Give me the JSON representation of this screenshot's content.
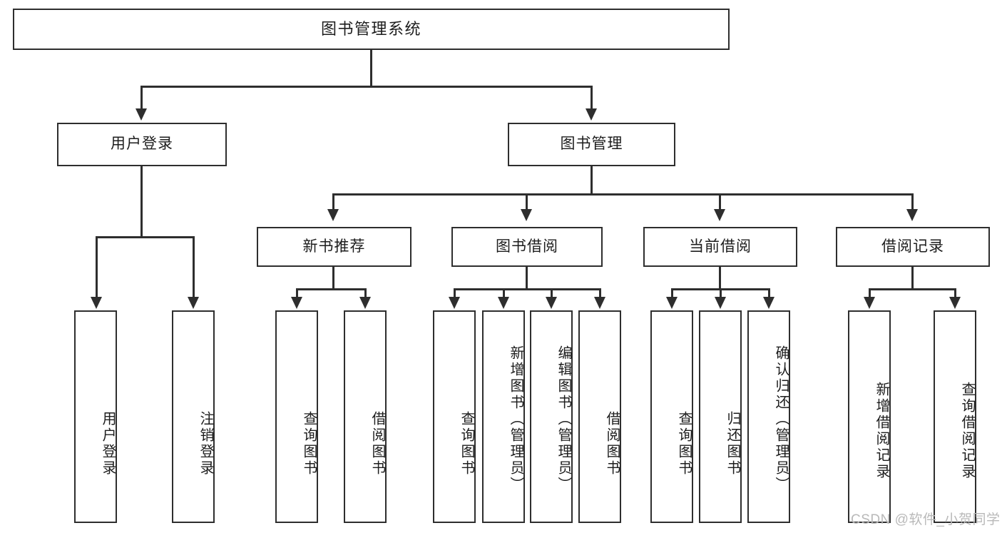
{
  "diagram": {
    "title_node": {
      "label": "图书管理系统"
    },
    "level1": [
      {
        "id": "user-login",
        "label": "用户登录"
      },
      {
        "id": "book-management",
        "label": "图书管理"
      }
    ],
    "level2": [
      {
        "id": "new-book-recommend",
        "label": "新书推荐"
      },
      {
        "id": "book-borrow",
        "label": "图书借阅"
      },
      {
        "id": "current-borrow",
        "label": "当前借阅"
      },
      {
        "id": "borrow-record",
        "label": "借阅记录"
      }
    ],
    "leaves": {
      "user_login": [
        {
          "id": "leaf-user-login",
          "label": "用户登录"
        },
        {
          "id": "leaf-logout-login",
          "label": "注销登录"
        }
      ],
      "new_book_recommend": [
        {
          "id": "leaf-query-book-1",
          "label": "查询图书"
        },
        {
          "id": "leaf-borrow-book-1",
          "label": "借阅图书"
        }
      ],
      "book_borrow": [
        {
          "id": "leaf-query-book-2",
          "label": "查询图书"
        },
        {
          "id": "leaf-add-book",
          "label": "新增图书（管理员）"
        },
        {
          "id": "leaf-edit-book",
          "label": "编辑图书（管理员）"
        },
        {
          "id": "leaf-borrow-book-2",
          "label": "借阅图书"
        }
      ],
      "current_borrow": [
        {
          "id": "leaf-query-book-3",
          "label": "查询图书"
        },
        {
          "id": "leaf-return-book",
          "label": "归还图书"
        },
        {
          "id": "leaf-confirm-return",
          "label": "确认归还（管理员）"
        }
      ],
      "borrow_record": [
        {
          "id": "leaf-add-borrow-record",
          "label": "新增借阅记录"
        },
        {
          "id": "leaf-query-borrow-record",
          "label": "查询借阅记录"
        }
      ]
    }
  },
  "watermark": {
    "text": "CSDN @软件_小贺同学"
  },
  "colors": {
    "stroke": "#2e2e2e",
    "text": "#1d1d1d",
    "background": "#ffffff",
    "watermark": "#b9b9b9"
  }
}
